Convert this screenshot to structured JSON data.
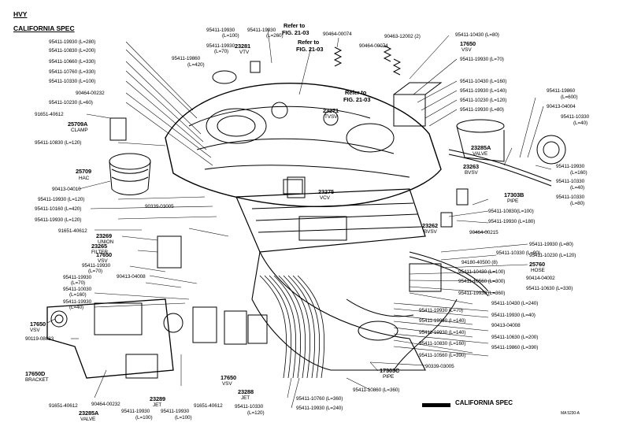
{
  "header": {
    "model": "HVY",
    "spec": "CALIFORNIA SPEC"
  },
  "legend": {
    "label": "CALIFORNIA SPEC"
  },
  "code": "MA 5230-A",
  "labels": {
    "l01": "95411-19930 (L=280)",
    "l02": "95411-10830 (L=200)",
    "l03": "95411-10660 (L=330)",
    "l04": "95411-10760 (L=330)",
    "l05": "95411-10330 (L=100)",
    "l06": "90464-00232",
    "l07": "95411-10230 (L=60)",
    "l08": "91651-40612",
    "l09": "25709A",
    "l09b": "CLAMP",
    "l10": "95411-10830 (L=120)",
    "l11": "25709",
    "l11b": "HAC",
    "l12": "90413-04010",
    "l13": "95411-19930 (L=120)",
    "l14": "95411-10160 (L=420)",
    "l15": "95411-19930 (L=120)",
    "l16": "91651-40612",
    "l17": "23269",
    "l17b": "UNION",
    "l18": "23265",
    "l18b": "FILTER",
    "l19": "17650",
    "l19b": "VSV",
    "l20": "95411-19930",
    "l20b": "(L=70)",
    "l21": "90413-04008",
    "l22": "95411-19930",
    "l22b": "(L=70)",
    "l23": "95411-10030",
    "l23b": "(L=160)",
    "l24": "95411-19930",
    "l24b": "(L=40)",
    "l25": "17650",
    "l25b": "VSV",
    "l26": "90119-08083",
    "l27": "17650D",
    "l27b": "BRACKET",
    "l28": "91651-40612",
    "l29": "23285A",
    "l29b": "VALVE",
    "l30": "90464-00232",
    "l31": "23289",
    "l31b": "JET",
    "l32": "95411-19930",
    "l32b": "(L=100)",
    "l33": "95411-19930",
    "l33b": "(L=100)",
    "l34": "91651-40612",
    "l35": "17650",
    "l35b": "VSV",
    "l36": "23288",
    "l36b": "JET",
    "l37": "95411-10330",
    "l37b": "(L=120)",
    "l38": "95411-19860",
    "l38b": "(L=420)",
    "l39": "95411-19930",
    "l39b": "(L=70)",
    "l40": "23281",
    "l40b": "VTV",
    "l41": "95411-19930",
    "l41b": "(L=100)",
    "l42": "95411-19930",
    "l42b": "(L=260)",
    "l43": "Refer to",
    "l43b": "FIG. 21-03",
    "l44": "Refer to",
    "l44b": "FIG. 21-03",
    "l45": "90464-00074",
    "l46": "90464-00074",
    "l47": "90463-12002 (2)",
    "l48": "Refer to",
    "l48b": "FIG. 21-03",
    "l49": "23271",
    "l49b": "TVSV",
    "l50": "90339-03005",
    "l51": "23275",
    "l51b": "VCV",
    "l52": "95411-10430 (L=80)",
    "l53": "17650",
    "l53b": "VSV",
    "l54": "95411-19930 (L=70)",
    "l55": "95411-10430 (L=160)",
    "l56": "95411-19930 (L=140)",
    "l57": "95411-10230 (L=120)",
    "l58": "95411-19930 (L=80)",
    "l59": "95411-19860",
    "l59b": "(L=600)",
    "l60": "90413-04004",
    "l61": "95411-10330",
    "l61b": "(L=40)",
    "l62": "23285A",
    "l62b": "VALVE",
    "l63": "23263",
    "l63b": "BVSV",
    "l64": "95411-19930",
    "l64b": "(L=160)",
    "l65": "95411-10330",
    "l65b": "(L=40)",
    "l66": "17303B",
    "l66b": "PIPE",
    "l67": "95411-10330",
    "l67b": "(L=80)",
    "l68": "95411-10830(L=100)",
    "l69": "95411-19930 (L=180)",
    "l70": "23262",
    "l70b": "BVSV",
    "l71": "90464-00215",
    "l72": "95411-19930 (L=80)",
    "l73": "95411-10330 (L=90)",
    "l74": "95411-10230 (L=120)",
    "l75": "94180-40500 (8)",
    "l76": "25760",
    "l76b": "HOSE",
    "l77": "95411-10430 (L=100)",
    "l78": "90414-04002",
    "l79": "95411-10560 (L=300)",
    "l80": "95411-10630 (L=330)",
    "l81": "95411-19930 (L=360)",
    "l82": "95411-10430 (L=240)",
    "l83": "95411-19930 (L=70)",
    "l84": "95411-19930 (L=40)",
    "l85": "95411-19930 (L=140)",
    "l86": "90413-04008",
    "l87": "95411-19930 (L=140)",
    "l88": "95411-10630 (L=200)",
    "l89": "95411-10830 (L=160)",
    "l90": "95411-19860 (L=390)",
    "l91": "95411-10560 (L=390)",
    "l92": "17303C",
    "l92b": "PIPE",
    "l93": "90339-03005",
    "l94": "95411-10860 (L=360)",
    "l95": "95411-10760 (L=360)",
    "l96": "95411-19930 (L=240)"
  }
}
